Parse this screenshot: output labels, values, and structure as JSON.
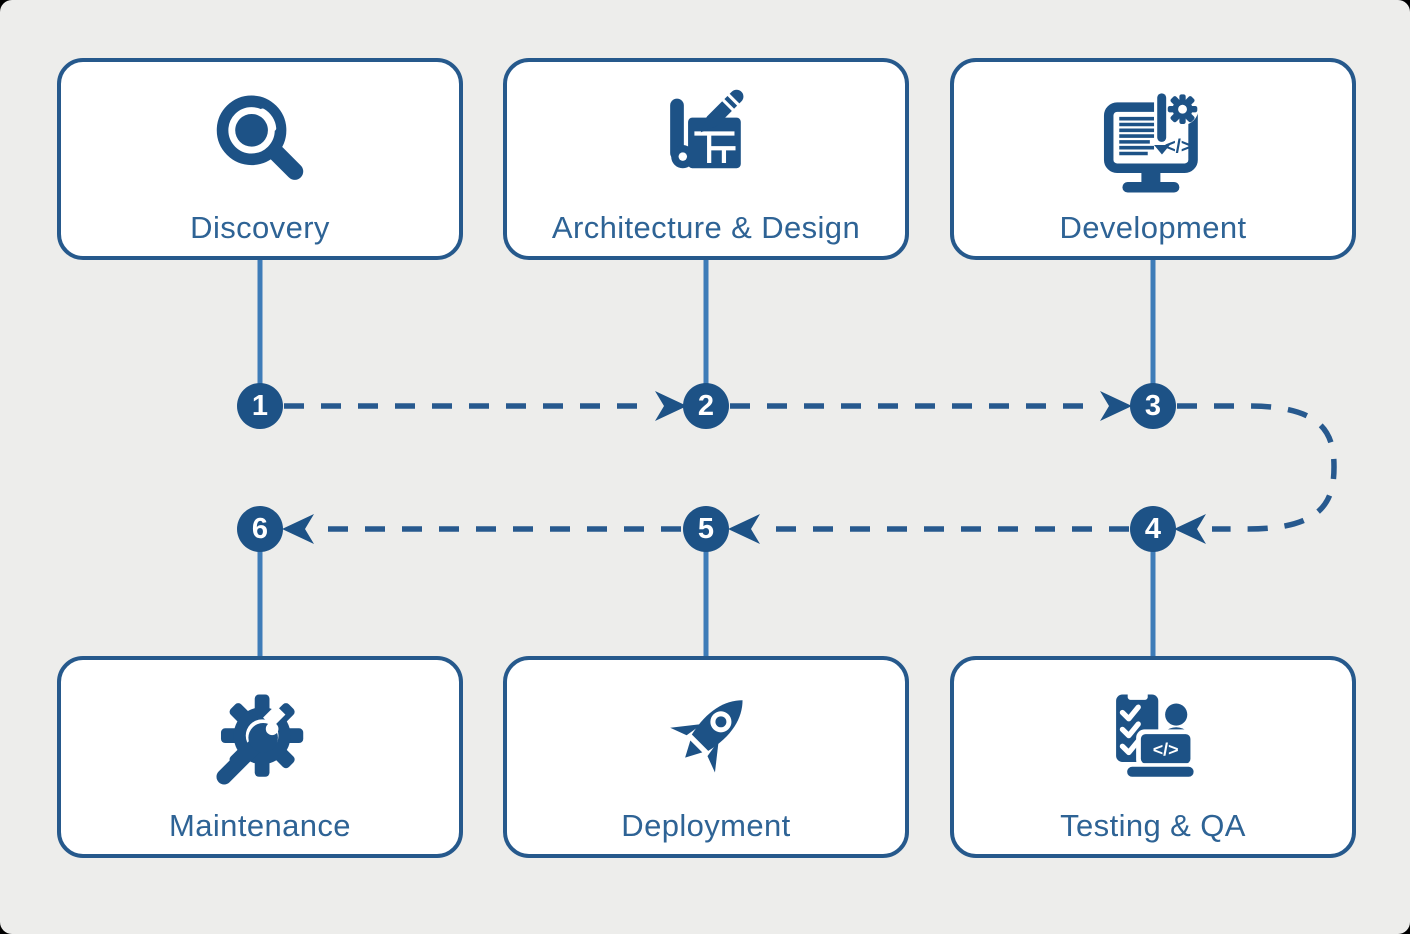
{
  "colors": {
    "background": "#EDEDEB",
    "card_background": "#FFFFFF",
    "card_border": "#26598C",
    "primary_blue": "#1D5286",
    "vertical_connector": "#3E7CB8",
    "dashed_connector": "#27598E",
    "label_text": "#2E6395",
    "step_number_text": "#FFFFFF"
  },
  "steps": [
    {
      "number": "1",
      "label": "Discovery",
      "icon": "magnifier-icon"
    },
    {
      "number": "2",
      "label": "Architecture & Design",
      "icon": "blueprint-pencil-icon"
    },
    {
      "number": "3",
      "label": "Development",
      "icon": "monitor-code-icon"
    },
    {
      "number": "4",
      "label": "Testing & QA",
      "icon": "qa-checklist-icon"
    },
    {
      "number": "5",
      "label": "Deployment",
      "icon": "rocket-icon"
    },
    {
      "number": "6",
      "label": "Maintenance",
      "icon": "gear-wrench-icon"
    }
  ]
}
